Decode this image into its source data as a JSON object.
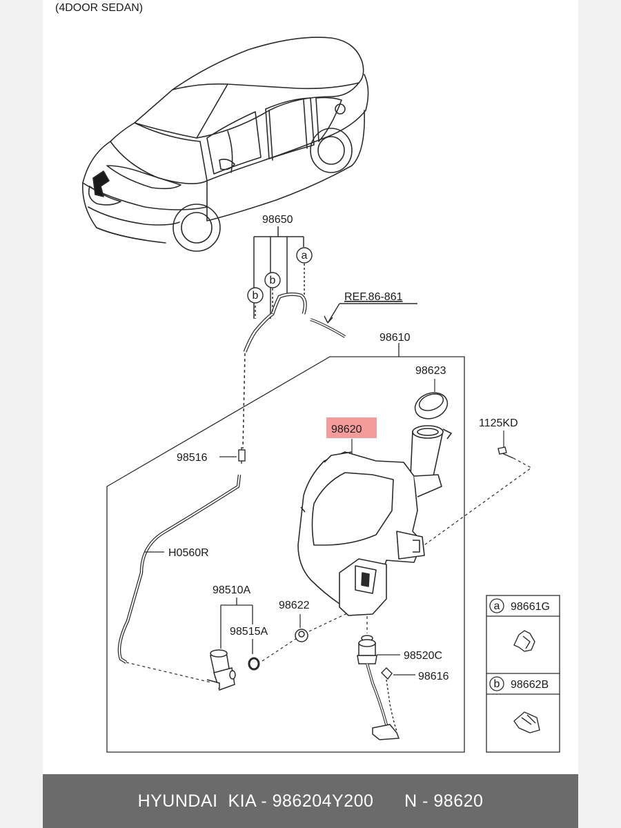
{
  "diagram": {
    "variant_label": "(4DOOR SEDAN)",
    "parts": {
      "p98650": "98650",
      "ref": "REF.86-861",
      "p98610": "98610",
      "p98623": "98623",
      "p98620": "98620",
      "p1125KD": "1125KD",
      "p98516": "98516",
      "pH0560R": "H0560R",
      "p98510A": "98510A",
      "p98622": "98622",
      "p98515A": "98515A",
      "p98520C": "98520C",
      "p98616": "98616"
    },
    "callouts": {
      "a": "a",
      "b": "b"
    },
    "legend": {
      "a_code": "98661G",
      "b_code": "98662B"
    },
    "highlight_color": "#f28b8b"
  },
  "footer": {
    "left": "HYUNDAI  KIA - 986204Y200",
    "right": "N - 98620"
  }
}
